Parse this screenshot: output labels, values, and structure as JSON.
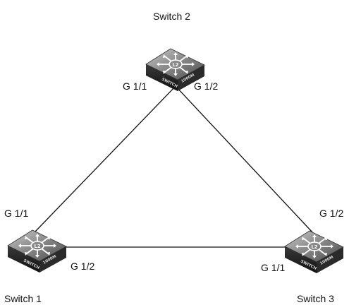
{
  "diagram": {
    "nodes": [
      {
        "id": "switch1",
        "label": "Switch 1",
        "badge": "L2",
        "front_left": "SWITCH",
        "front_right": "1000M",
        "icon": "l2-switch-icon"
      },
      {
        "id": "switch2",
        "label": "Switch 2",
        "badge": "L2",
        "front_left": "SWITCH",
        "front_right": "1000M",
        "icon": "l2-switch-icon"
      },
      {
        "id": "switch3",
        "label": "Switch 3",
        "badge": "L2",
        "front_left": "SWITCH",
        "front_right": "1000M",
        "icon": "l2-switch-icon"
      }
    ],
    "links": [
      {
        "from": "switch1",
        "from_port": "G 1/1",
        "to": "switch2",
        "to_port": "G 1/1"
      },
      {
        "from": "switch2",
        "from_port": "G 1/2",
        "to": "switch3",
        "to_port": "G 1/2"
      },
      {
        "from": "switch1",
        "from_port": "G 1/2",
        "to": "switch3",
        "to_port": "G 1/1"
      }
    ],
    "colors": {
      "line": "#111111",
      "device_top": "#8a8a8a",
      "device_dark": "#1e1e1e",
      "text": "#111111"
    }
  }
}
